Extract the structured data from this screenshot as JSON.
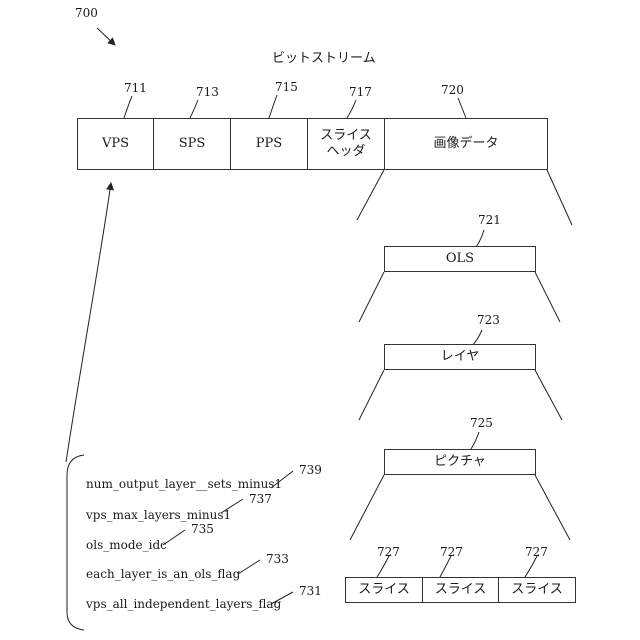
{
  "figure": {
    "ref": "700",
    "title": "ビットストリーム"
  },
  "bitstream": [
    {
      "label": "VPS",
      "ref": "711"
    },
    {
      "label": "SPS",
      "ref": "713"
    },
    {
      "label": "PPS",
      "ref": "715"
    },
    {
      "label_lines": [
        "スライス",
        "ヘッダ"
      ],
      "ref": "717"
    },
    {
      "label": "画像データ",
      "ref": "720"
    }
  ],
  "hierarchy": [
    {
      "label": "OLS",
      "ref": "721"
    },
    {
      "label": "レイヤ",
      "ref": "723"
    },
    {
      "label": "ピクチャ",
      "ref": "725"
    }
  ],
  "slices": [
    {
      "label": "スライス",
      "ref": "727"
    },
    {
      "label": "スライス",
      "ref": "727"
    },
    {
      "label": "スライス",
      "ref": "727"
    }
  ],
  "vps_syntax": [
    {
      "label": "num_output_layer__sets_minus1",
      "ref": "739"
    },
    {
      "label": "vps_max_layers_minus1",
      "ref": "737"
    },
    {
      "label": "ols_mode_idc",
      "ref": "735"
    },
    {
      "label": "each_layer_is_an_ols_flag",
      "ref": "733"
    },
    {
      "label": "vps_all_independent_layers_flag",
      "ref": "731"
    }
  ]
}
